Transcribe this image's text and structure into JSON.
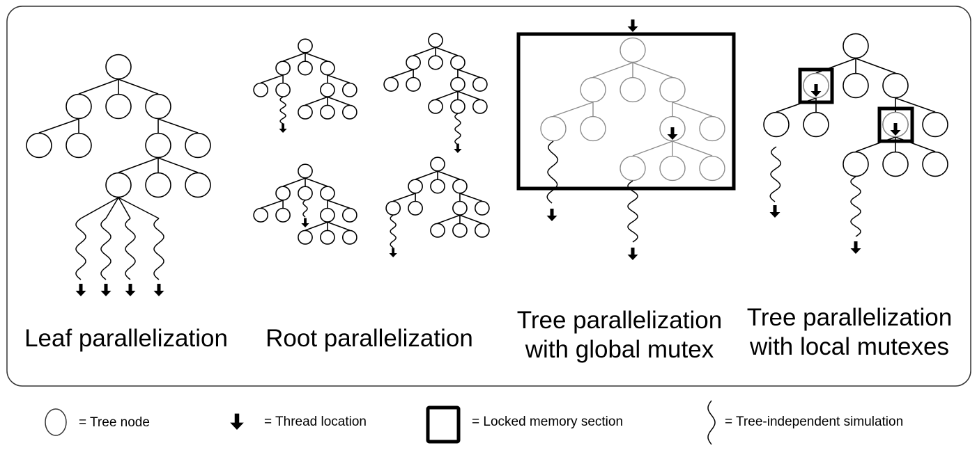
{
  "figure": {
    "panels": [
      {
        "id": "leaf",
        "caption_lines": [
          "Leaf parallelization"
        ],
        "description": "Single tree; four threads run tree-independent simulations from the same leaf node",
        "tree_count": 1,
        "thread_count": 4,
        "lock": "none"
      },
      {
        "id": "root",
        "caption_lines": [
          "Root parallelization"
        ],
        "description": "Four independent trees, one thread per tree",
        "tree_count": 4,
        "thread_count": 4,
        "lock": "none"
      },
      {
        "id": "tree-global",
        "caption_lines": [
          "Tree parallelization",
          "with global mutex"
        ],
        "description": "One shared tree locked entirely by a global mutex; one thread inside the lock, two simulations outside",
        "tree_count": 1,
        "thread_count": 4,
        "lock": "global"
      },
      {
        "id": "tree-local",
        "caption_lines": [
          "Tree parallelization",
          "with local mutexes"
        ],
        "description": "One shared tree with per-node locks; two locked nodes each with a thread",
        "tree_count": 1,
        "thread_count": 4,
        "lock": "local"
      }
    ],
    "legend": [
      {
        "symbol": "circle-icon",
        "label": "= Tree node"
      },
      {
        "symbol": "arrow-down-icon",
        "label": "= Thread location"
      },
      {
        "symbol": "square-icon",
        "label": "= Locked memory section"
      },
      {
        "symbol": "wavy-line-icon",
        "label": "= Tree-independent simulation"
      }
    ],
    "colors": {
      "stroke": "#000000",
      "faded_stroke": "#8c8c8c",
      "background": "#ffffff"
    }
  }
}
